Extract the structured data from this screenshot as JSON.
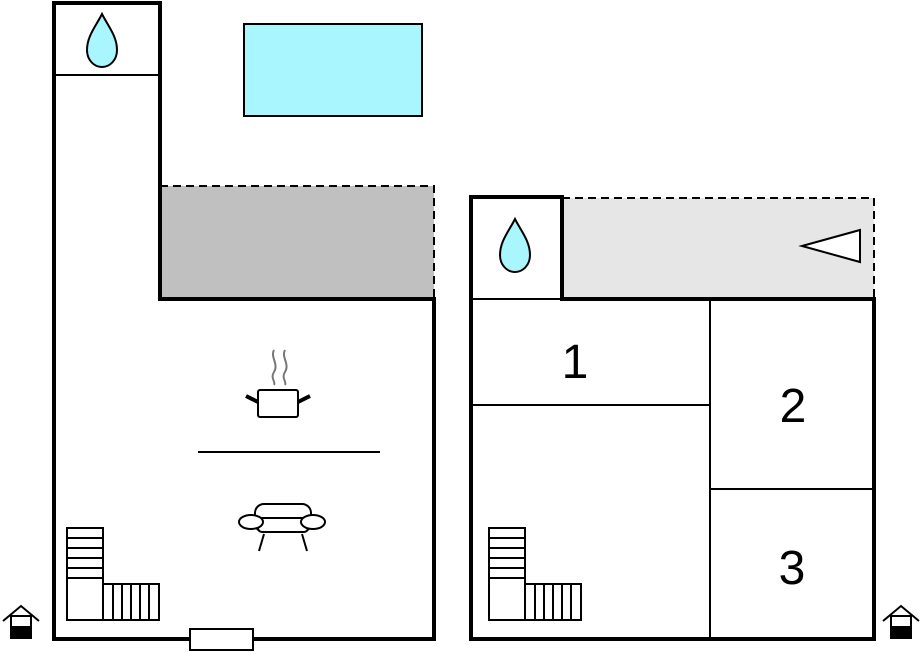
{
  "floors": [
    {
      "id": "ground-floor",
      "rooms": [
        {
          "type": "bathroom",
          "icon": "water-drop-icon"
        },
        {
          "type": "kitchen",
          "icon": "cooking-pot-icon"
        },
        {
          "type": "living-room",
          "icon": "sofa-icon"
        },
        {
          "type": "terrace",
          "fill": "#c0c0c0"
        },
        {
          "type": "stairs",
          "icon": "stairs-icon"
        },
        {
          "type": "entrance",
          "icon": "house-entrance-icon"
        }
      ]
    },
    {
      "id": "upper-floor",
      "rooms": [
        {
          "type": "bathroom",
          "icon": "water-drop-icon"
        },
        {
          "type": "bedroom",
          "label": "1"
        },
        {
          "type": "bedroom",
          "label": "2"
        },
        {
          "type": "bedroom",
          "label": "3"
        },
        {
          "type": "balcony",
          "fill": "#e6e6e6",
          "icon": "triangle-marker-icon"
        },
        {
          "type": "stairs",
          "icon": "stairs-icon"
        },
        {
          "type": "entrance",
          "icon": "house-entrance-icon"
        }
      ]
    }
  ],
  "outdoor": {
    "type": "pool",
    "fill": "#a9f6ff"
  },
  "colors": {
    "water": "#a9f6ff",
    "terrace": "#c0c0c0",
    "balcony": "#e6e6e6"
  }
}
